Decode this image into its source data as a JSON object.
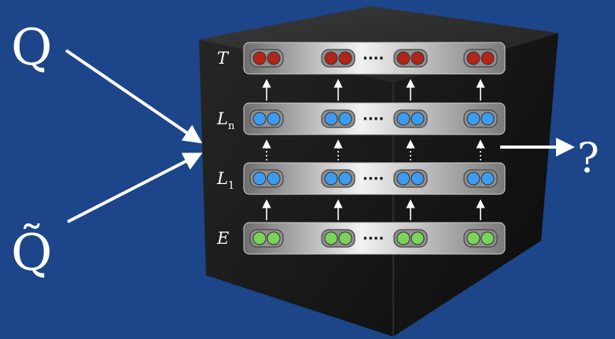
{
  "inputs": {
    "query": "Q",
    "query_tilde": "Q̃",
    "output": "?"
  },
  "layers": [
    {
      "id": "T",
      "label": "T",
      "sub": "",
      "color": "#b22418",
      "arrow_above": null
    },
    {
      "id": "Ln",
      "label": "L",
      "sub": "n",
      "color": "#3d9cf0",
      "arrow_above": "solid"
    },
    {
      "id": "L1",
      "label": "L",
      "sub": "1",
      "color": "#3d9cf0",
      "arrow_above": "dotted"
    },
    {
      "id": "E",
      "label": "E",
      "sub": "",
      "color": "#7cd35a",
      "arrow_above": "solid"
    }
  ],
  "ellipsis": "····",
  "colors": {
    "background": "#1d4589",
    "box": "#1a1a1a",
    "arrow": "#ffffff"
  }
}
